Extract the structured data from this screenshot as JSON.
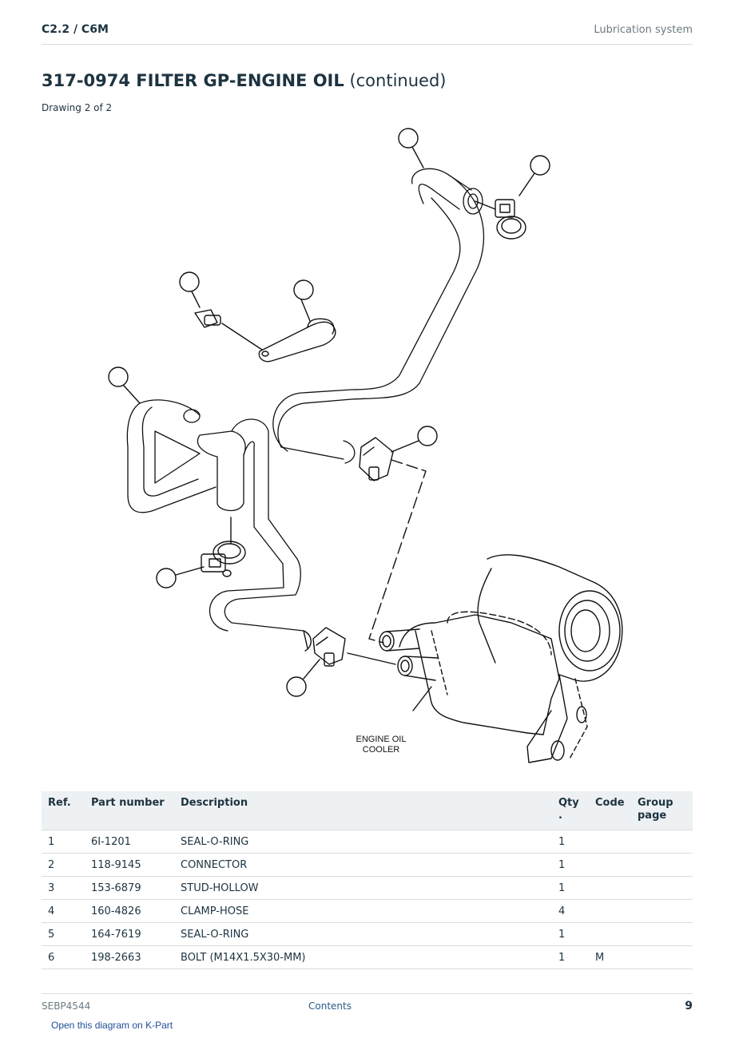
{
  "header": {
    "model": "C2.2  /  C6M",
    "section": "Lubrication system"
  },
  "title": {
    "part": "317-0974 FILTER GP-ENGINE OIL",
    "suffix": "(continued)"
  },
  "subtitle": "Drawing 2 of 2",
  "diagram": {
    "label_line1": "ENGINE OIL",
    "label_line2": "COOLER"
  },
  "table": {
    "headers": {
      "ref": "Ref.",
      "part": "Part number",
      "desc": "Description",
      "qty_1": "Qty",
      "qty_2": ".",
      "code": "Code",
      "group_1": "Group",
      "group_2": "page"
    },
    "rows": [
      {
        "ref": "1",
        "part": "6I-1201",
        "desc": "SEAL-O-RING",
        "qty": "1",
        "code": "",
        "group": ""
      },
      {
        "ref": "2",
        "part": "118-9145",
        "desc": "CONNECTOR",
        "qty": "1",
        "code": "",
        "group": ""
      },
      {
        "ref": "3",
        "part": "153-6879",
        "desc": "STUD-HOLLOW",
        "qty": "1",
        "code": "",
        "group": ""
      },
      {
        "ref": "4",
        "part": "160-4826",
        "desc": "CLAMP-HOSE",
        "qty": "4",
        "code": "",
        "group": ""
      },
      {
        "ref": "5",
        "part": "164-7619",
        "desc": "SEAL-O-RING",
        "qty": "1",
        "code": "",
        "group": ""
      },
      {
        "ref": "6",
        "part": "198-2663",
        "desc": "BOLT (M14X1.5X30-MM)",
        "qty": "1",
        "code": "M",
        "group": ""
      }
    ]
  },
  "footer": {
    "doc": "SEBP4544",
    "contents": "Contents",
    "page": "9",
    "kpart_link": "Open this diagram on K-Part"
  }
}
